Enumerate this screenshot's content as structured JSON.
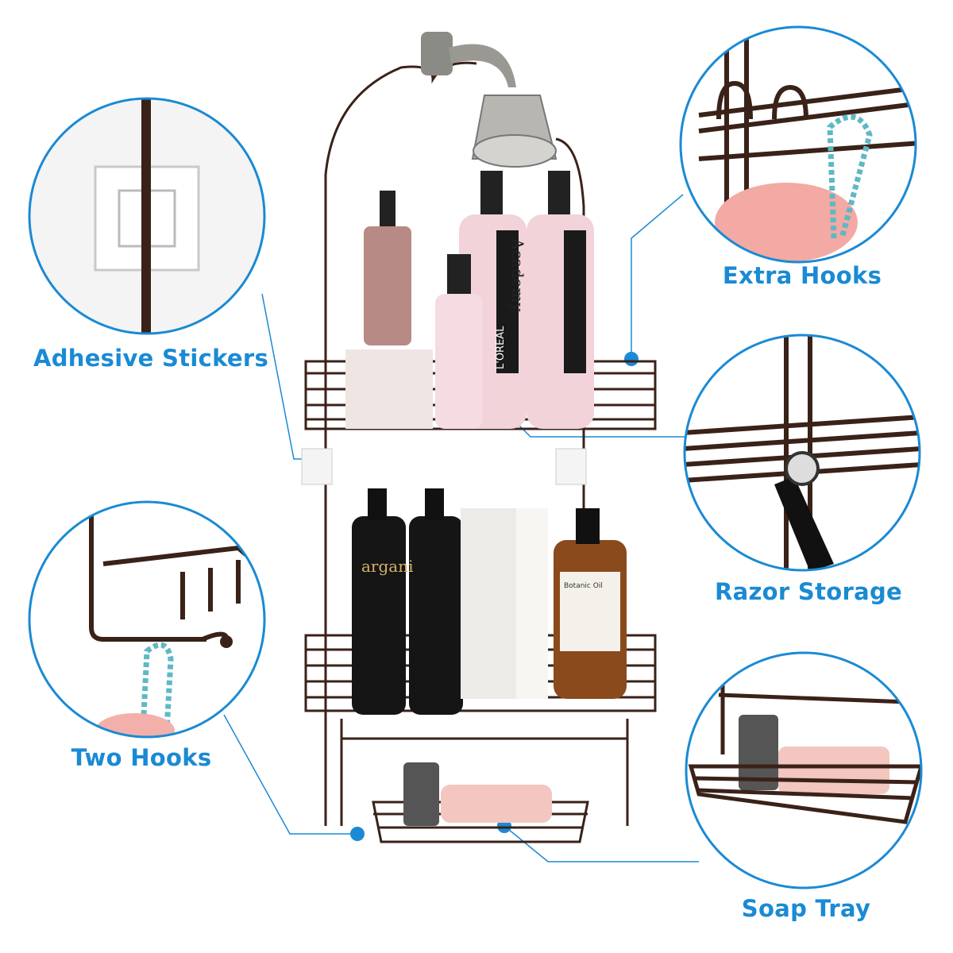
{
  "accent_color": "#1a8ad4",
  "frame_color": "#3a2219",
  "features": [
    {
      "label": "Adhesive Stickers",
      "icon": "adhesive-sticker-closeup"
    },
    {
      "label": "Extra Hooks",
      "icon": "extra-hooks-closeup"
    },
    {
      "label": "Razor Storage",
      "icon": "razor-storage-closeup"
    },
    {
      "label": "Two Hooks",
      "icon": "two-hooks-closeup"
    },
    {
      "label": "Soap Tray",
      "icon": "soap-tray-closeup"
    }
  ],
  "product_texts": {
    "bottle_brand_1": "Academy",
    "bottle_brand_2": "L'OREAL",
    "black_bottle": "argani",
    "amber_bottle": "Botanic Oil"
  }
}
